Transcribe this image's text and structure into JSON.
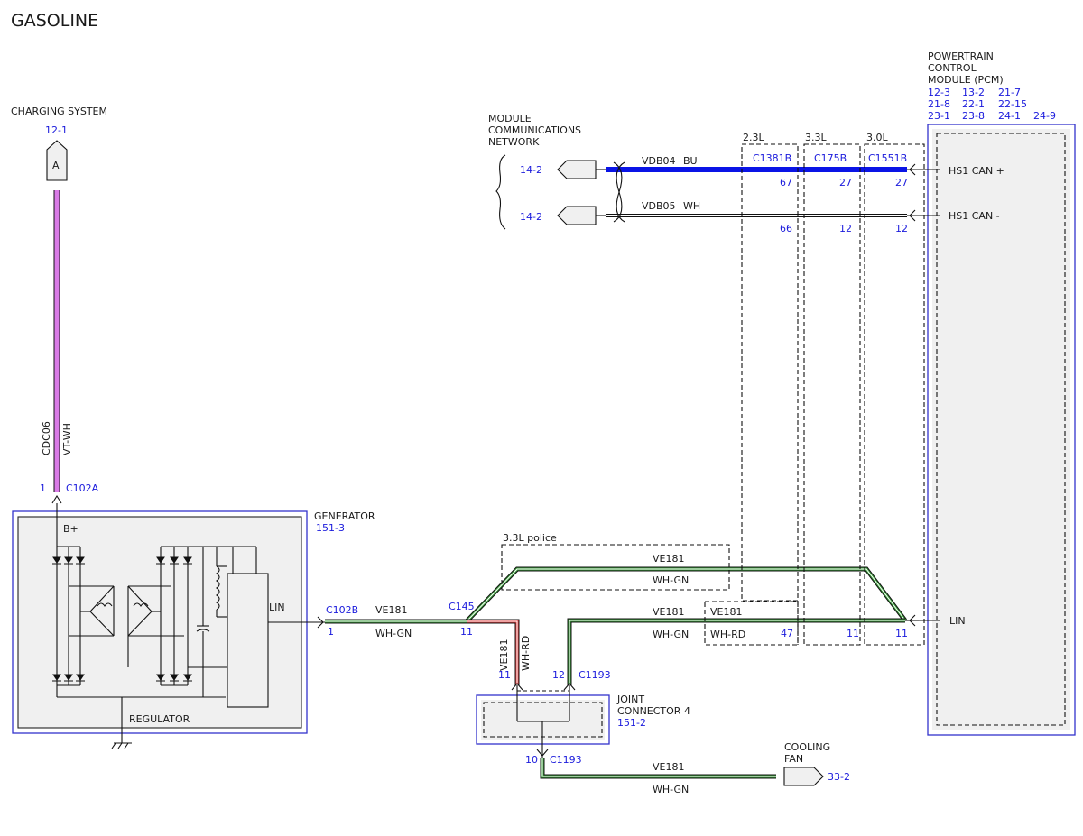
{
  "title": "GASOLINE",
  "charging_system": {
    "label": "CHARGING SYSTEM",
    "ref": "12-1",
    "connector_letter": "A",
    "circuit": "CDC06",
    "color": "VT-WH",
    "pin": "1",
    "connector": "C102A"
  },
  "generator": {
    "label": "GENERATOR",
    "ref": "151-3",
    "b_plus": "B+",
    "regulator": "REGULATOR",
    "lin": "LIN",
    "connector": "C102B",
    "pin": "1"
  },
  "module_network": {
    "label_1": "MODULE",
    "label_2": "COMMUNICATIONS",
    "label_3": "NETWORK",
    "ref_1": "14-2",
    "ref_2": "14-2",
    "wire_1_circuit": "VDB04",
    "wire_1_color": "BU",
    "wire_2_circuit": "VDB05",
    "wire_2_color": "WH"
  },
  "pcm": {
    "label_1": "POWERTRAIN",
    "label_2": "CONTROL",
    "label_3": "MODULE (PCM)",
    "refs": [
      "12-3",
      "13-2",
      "21-7",
      "21-8",
      "22-1",
      "22-15",
      "23-1",
      "23-8",
      "24-1",
      "24-9"
    ],
    "pin_can_plus": "HS1 CAN +",
    "pin_can_minus": "HS1 CAN -",
    "pin_lin": "LIN"
  },
  "engines": [
    {
      "label": "2.3L",
      "connector": "C1381B",
      "can_plus": "67",
      "can_minus": "66",
      "lin": "47"
    },
    {
      "label": "3.3L",
      "connector": "C175B",
      "can_plus": "27",
      "can_minus": "12",
      "lin": "11"
    },
    {
      "label": "3.0L",
      "connector": "C1551B",
      "can_plus": "27",
      "can_minus": "12",
      "lin": "11"
    }
  ],
  "police": {
    "label": "3.3L police",
    "circuit": "VE181",
    "color": "WH-GN"
  },
  "wires": {
    "gen_circuit": "VE181",
    "gen_color": "WH-GN",
    "splice_connector": "C145",
    "splice_pin": "11",
    "pcm_circuit": "VE181",
    "pcm_color": "WH-GN",
    "box_circuit": "VE181",
    "box_color": "WH-RD",
    "rd_circuit": "VE181",
    "rd_color": "WH-RD",
    "rd_pin": "11",
    "gn_pin": "12",
    "gn_connector": "C1193"
  },
  "joint": {
    "label_1": "JOINT",
    "label_2": "CONNECTOR 4",
    "ref": "151-2",
    "out_pin": "10",
    "out_connector": "C1193"
  },
  "cooling_fan": {
    "label_1": "COOLING",
    "label_2": "FAN",
    "ref": "33-2",
    "circuit": "VE181",
    "color": "WH-GN"
  },
  "colors": {
    "blue_label": "#1a1adc",
    "can_blue": "#0a14e6",
    "violet": "#d97be6",
    "green": "#3a9a3a",
    "red": "#e04545",
    "box_blue": "#3333cc"
  }
}
